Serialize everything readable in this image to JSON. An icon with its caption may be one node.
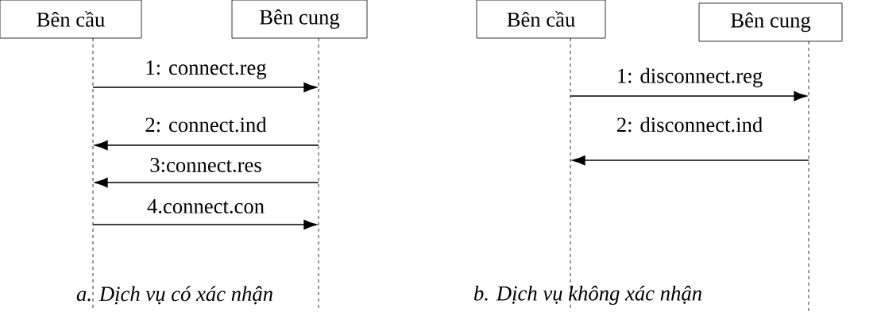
{
  "diagram": {
    "nodes": [
      {
        "text": [
          "Bên cầu"
        ]
      },
      {
        "text": [
          "Bên cung"
        ]
      },
      {
        "text": [
          "Bên cầu"
        ]
      },
      {
        "text": [
          "Bên cung"
        ]
      },
      {
        "text": [],
        "shape": "line"
      },
      {
        "text": [],
        "shape": "line"
      },
      {
        "text": [],
        "shape": "line"
      },
      {
        "text": [],
        "shape": "line"
      }
    ],
    "edges": [
      {
        "from": 4,
        "to": 5,
        "arrow": "to",
        "label": "1: connect.reg"
      },
      {
        "from": 5,
        "to": 4,
        "arrow": "to",
        "label": "2: connect.ind"
      },
      {
        "from": 5,
        "to": 4,
        "arrow": "to",
        "label": "3:connect.res"
      },
      {
        "from": 4,
        "to": 5,
        "arrow": "to",
        "label": "4.connect.con"
      },
      {
        "from": 6,
        "to": 7,
        "arrow": "to",
        "label": "1: disconnect.reg"
      },
      {
        "from": 7,
        "to": 6,
        "arrow": "to",
        "label": "2: disconnect.ind"
      }
    ],
    "labels": [
      "a. Dịch vụ có xác nhận",
      "b. Dịch vụ không xác nhận"
    ]
  }
}
